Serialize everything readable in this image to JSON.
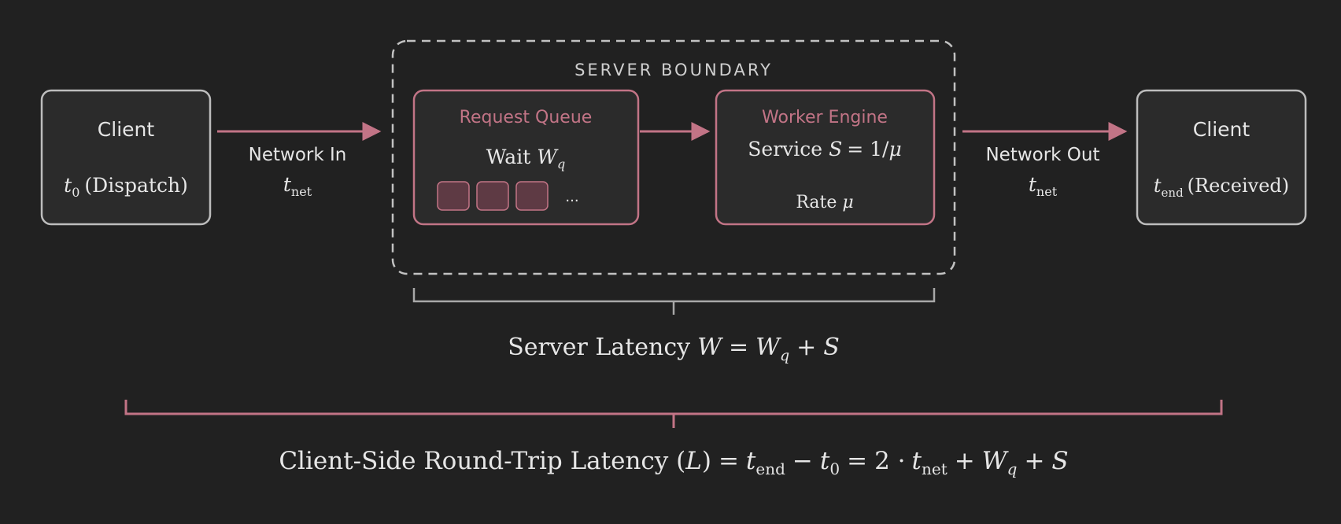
{
  "colors": {
    "background": "#212121",
    "box_fill": "#2b2b2b",
    "client_stroke": "#bdbdbd",
    "accent": "#c27486",
    "slot_fill": "#5e3a44",
    "text": "#e6e6e6",
    "muted_text": "#cfcfcf",
    "dashed_stroke": "#c2c2c2",
    "bracket_grey": "#a8a8a8"
  },
  "client_left": {
    "title": "Client",
    "time_var": "t",
    "time_sub": "0",
    "time_note": "(Dispatch)"
  },
  "network_in": {
    "label": "Network In",
    "var": "t",
    "sub": "net"
  },
  "server": {
    "boundary_label": "SERVER BOUNDARY",
    "queue": {
      "title": "Request Queue",
      "wait_text": "Wait",
      "wait_var": "W",
      "wait_sub": "q",
      "ellipsis": "...",
      "slot_count": 3
    },
    "worker": {
      "title": "Worker Engine",
      "service_text": "Service",
      "service_var": "S",
      "service_eq": "= 1/",
      "service_mu": "μ",
      "rate_text": "Rate",
      "rate_mu": "μ"
    }
  },
  "network_out": {
    "label": "Network Out",
    "var": "t",
    "sub": "net"
  },
  "client_right": {
    "title": "Client",
    "time_var": "t",
    "time_sub": "end",
    "time_note": "(Received)"
  },
  "server_latency": {
    "prefix": "Server Latency",
    "W": "W",
    "eq": "=",
    "Wq": "W",
    "Wq_sub": "q",
    "plus": "+",
    "S": "S"
  },
  "round_trip": {
    "prefix": "Client-Side Round-Trip Latency (",
    "L": "L",
    "close": ")",
    "eq1": "=",
    "t_end": "t",
    "t_end_sub": "end",
    "minus": "−",
    "t_0": "t",
    "t_0_sub": "0",
    "eq2": "=",
    "two_dot": "2 ·",
    "t_net": "t",
    "t_net_sub": "net",
    "plus1": "+",
    "Wq": "W",
    "Wq_sub": "q",
    "plus2": "+",
    "S": "S"
  }
}
